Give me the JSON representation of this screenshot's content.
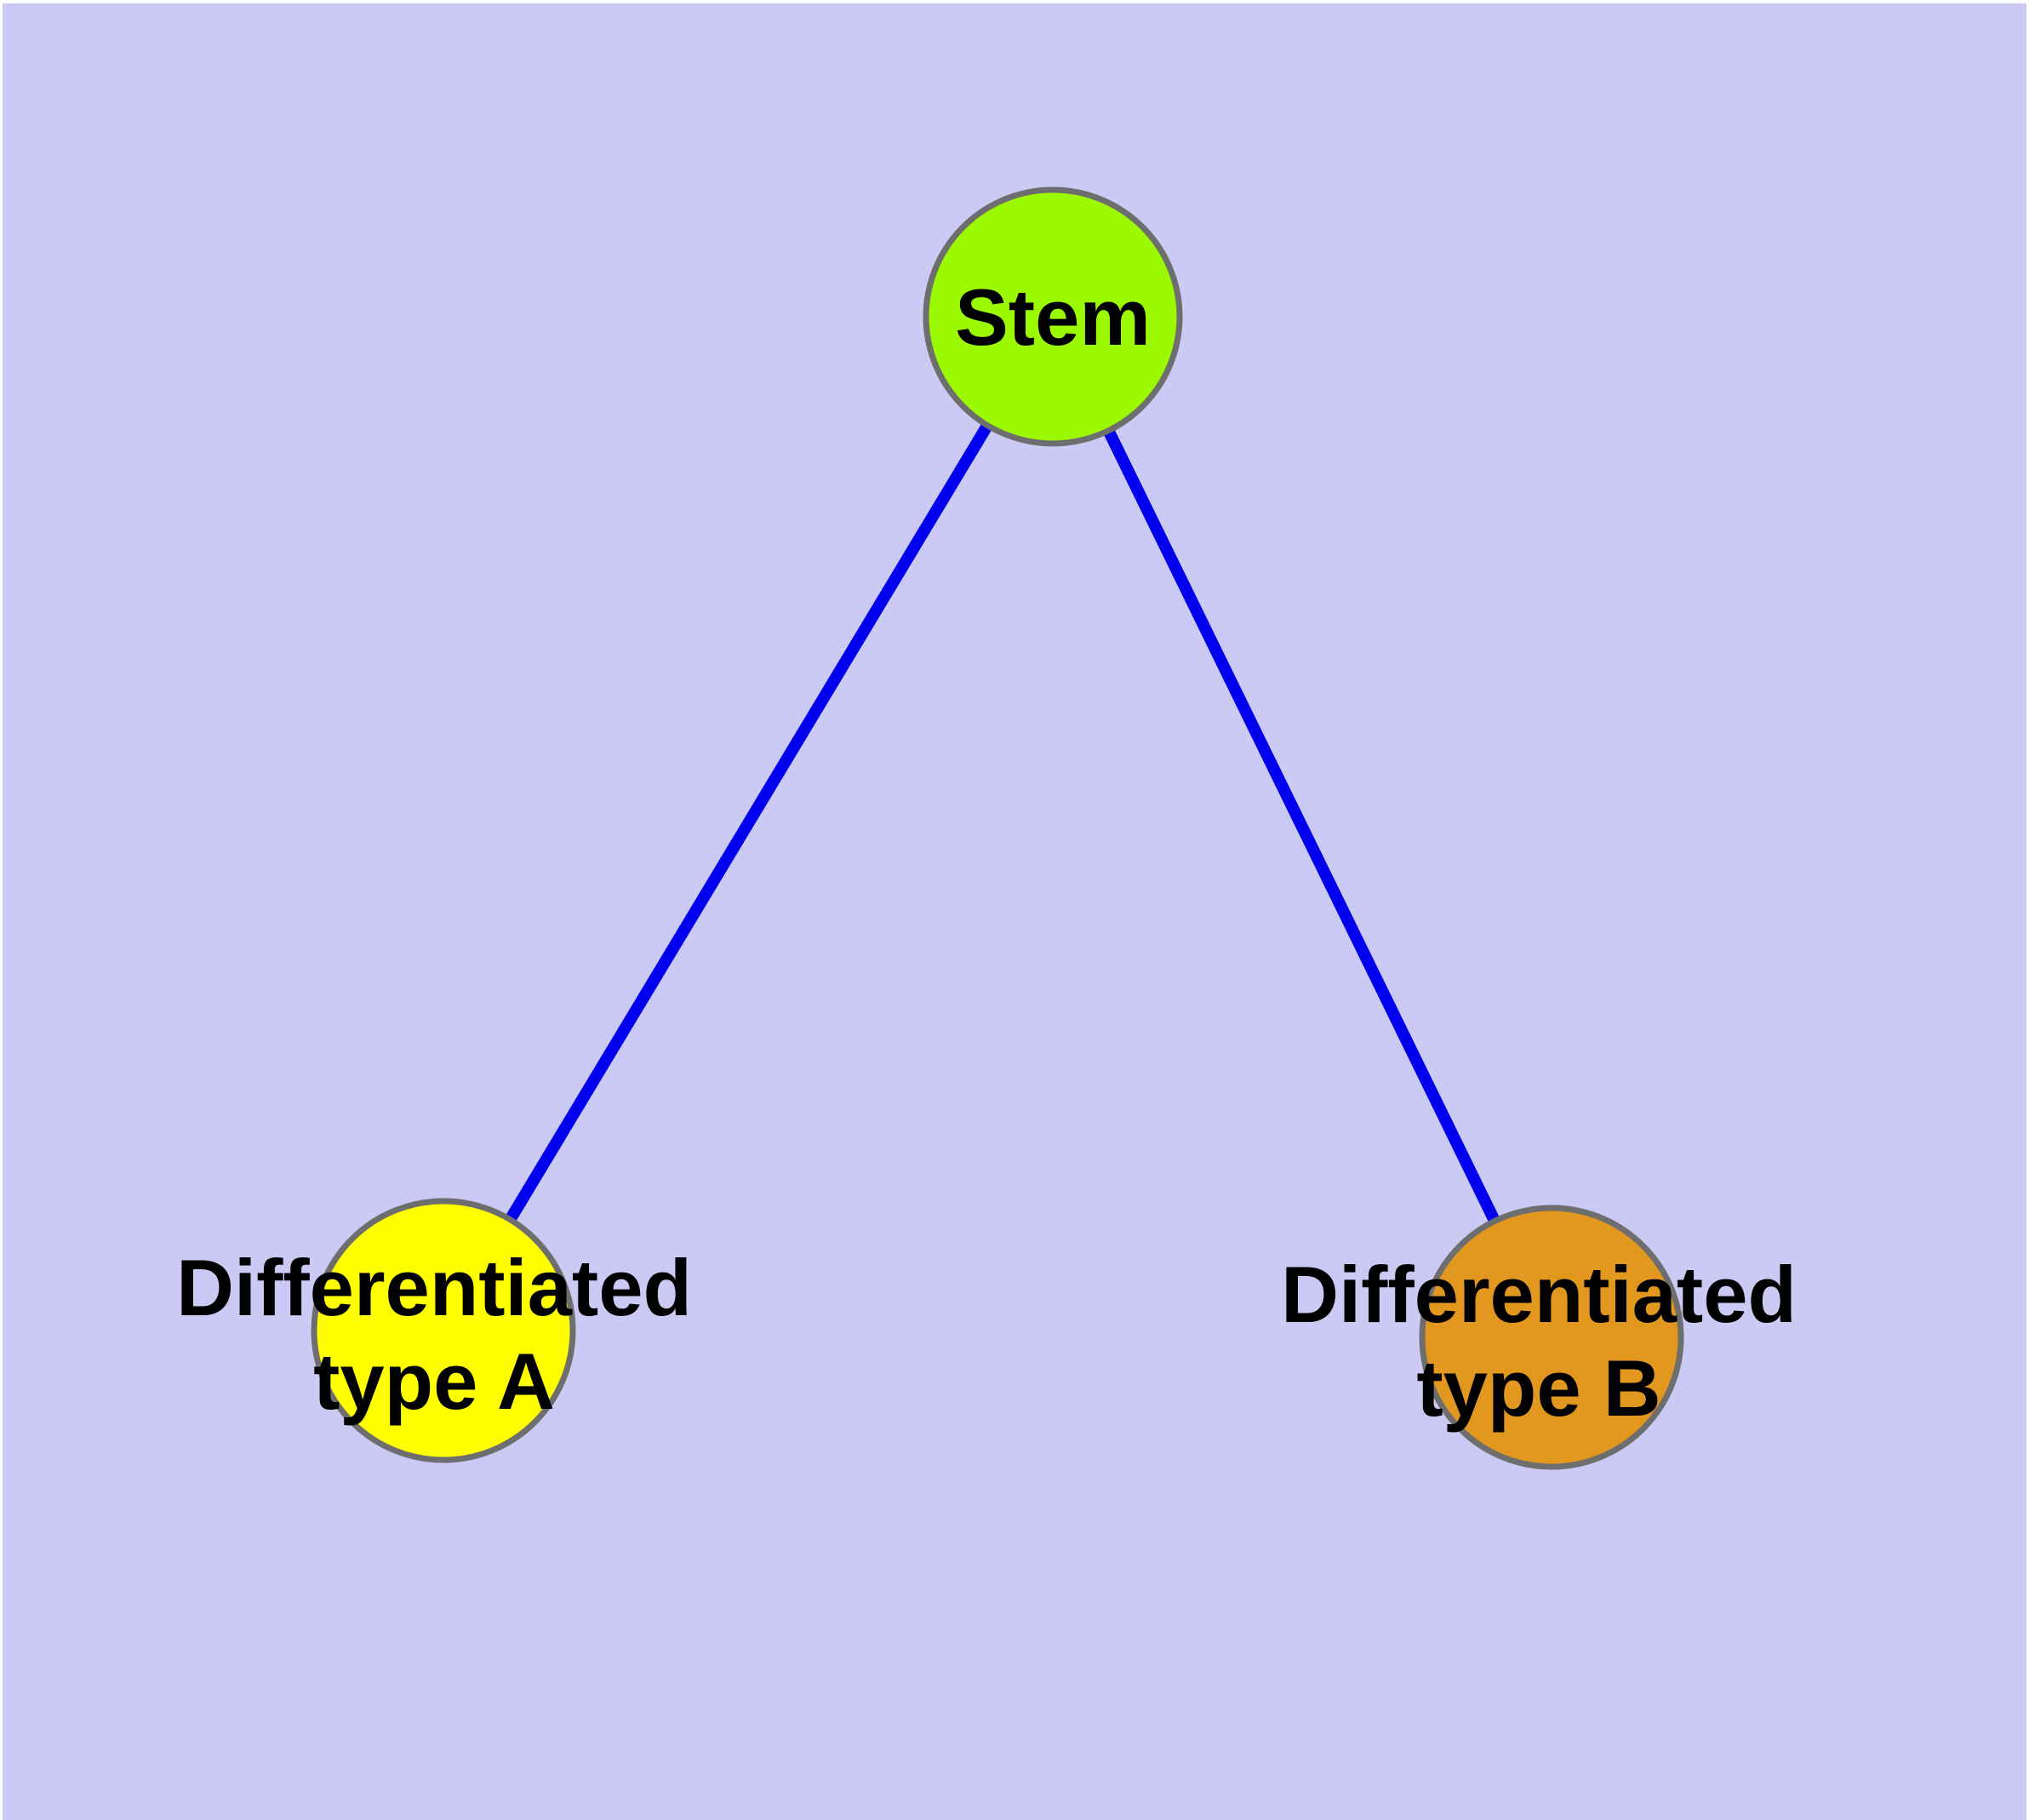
{
  "figure": {
    "type": "graph-diagram",
    "edge_color": "#0000EE",
    "nodes": [
      {
        "id": "stem",
        "label": "Stem",
        "color": "#9BFA00"
      },
      {
        "id": "differentiated-type-a",
        "label": "Differentiated\ntype A",
        "color": "#FFFF00"
      },
      {
        "id": "differentiated-type-b",
        "label": "Differentiated\ntype B",
        "color": "#E2971E"
      }
    ],
    "edges": [
      {
        "from": "stem",
        "to": "differentiated-type-a"
      },
      {
        "from": "stem",
        "to": "differentiated-type-b"
      }
    ]
  },
  "theme": {
    "background": "#CACAF5",
    "node-border": "#6E6E6E",
    "label-text": "#000000",
    "page-margin": "#FFFFFF"
  }
}
